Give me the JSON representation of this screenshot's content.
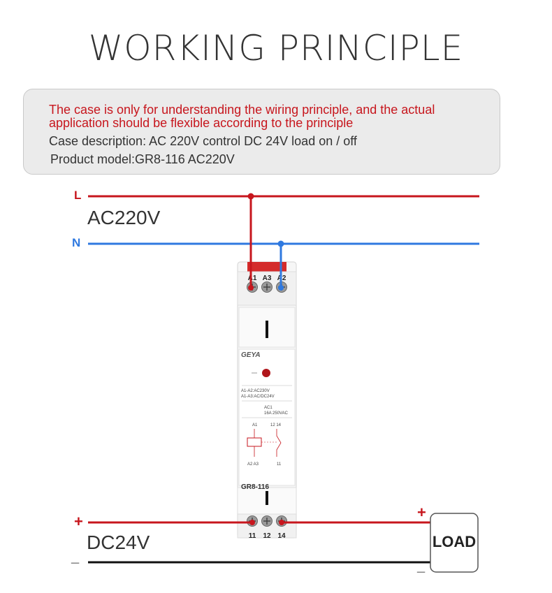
{
  "title": "WORKING PRINCIPLE",
  "note": {
    "warning": "The case is only for understanding the wiring principle, and the actual application should be flexible according to the principle",
    "case_description": "Case description: AC 220V control DC 24V load on / off",
    "product_model": "Product model:GR8-116 AC220V"
  },
  "ac": {
    "line_label": "L",
    "neutral_label": "N",
    "voltage_label": "AC220V"
  },
  "dc": {
    "plus_left": "+",
    "minus_left": "_",
    "plus_right": "+",
    "minus_right": "_",
    "voltage_label": "DC24V"
  },
  "load": {
    "label": "LOAD"
  },
  "relay": {
    "brand": "GEYA",
    "top_terminals": [
      "A1",
      "A3",
      "A2"
    ],
    "bottom_terminals": [
      "11",
      "12",
      "14"
    ],
    "spec_line1": "A1-A2:AC230V",
    "spec_line2": "A1-A3:AC/DC24V",
    "contact_rating1": "AC1",
    "contact_rating2": "16A 250VAC",
    "schematic_a1": "A1",
    "schematic_1214": "12 14",
    "schematic_a2a3": "A2  A3",
    "schematic_11": "11",
    "model": "GR8-116"
  },
  "colors": {
    "line": "#c7161d",
    "neutral": "#2f79e0",
    "minus": "#111111",
    "text": "#333333"
  }
}
